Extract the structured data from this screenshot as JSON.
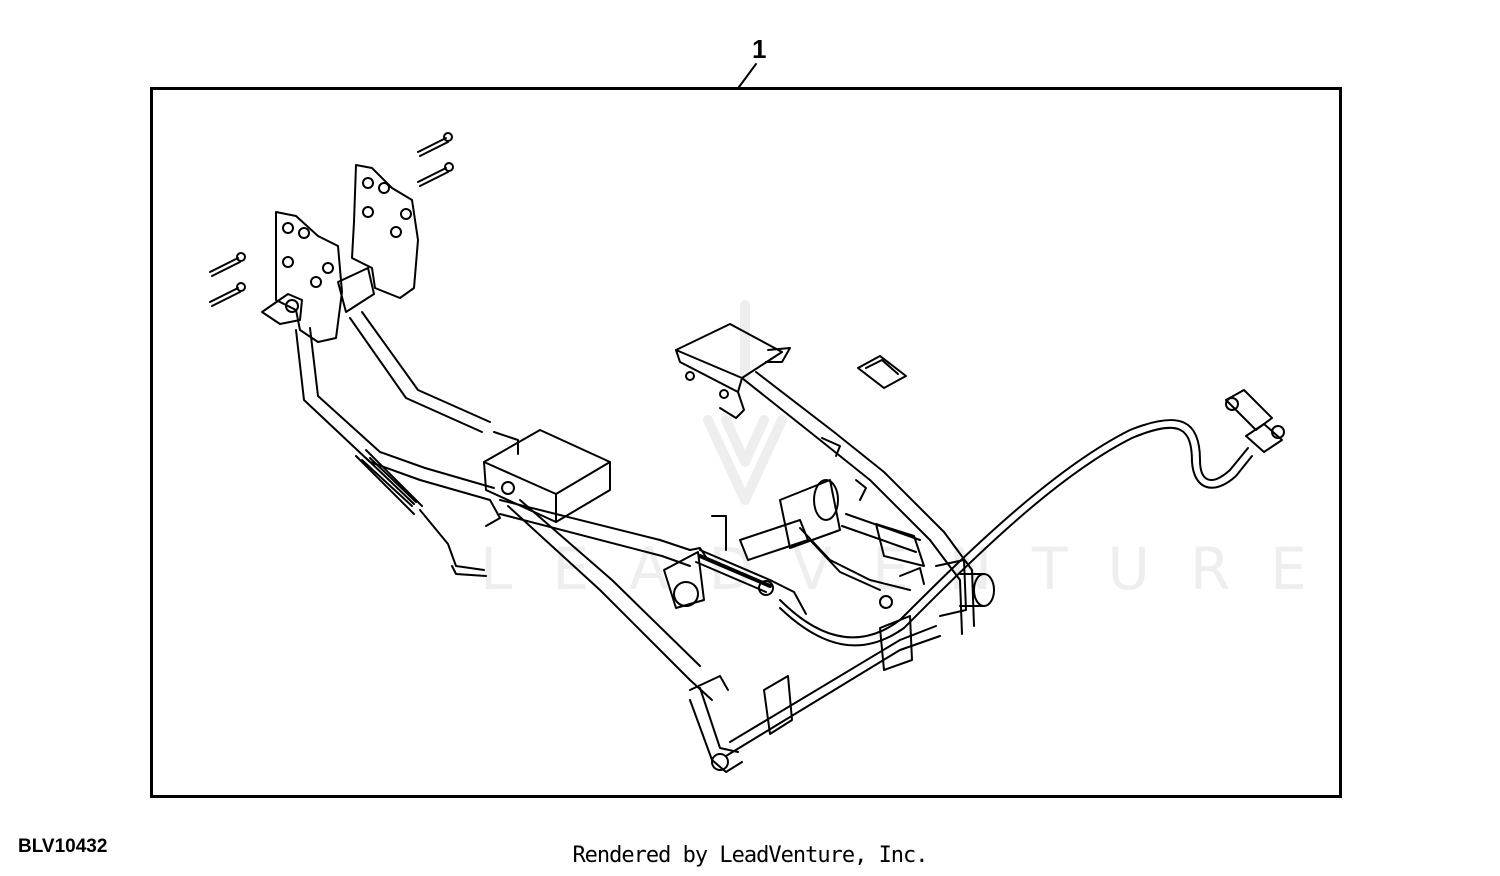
{
  "callout": {
    "number": "1"
  },
  "figure": {
    "id": "BLV10432"
  },
  "footer": {
    "credit": "Rendered by LeadVenture, Inc."
  },
  "watermark": {
    "text": "LEADVENTURE"
  }
}
